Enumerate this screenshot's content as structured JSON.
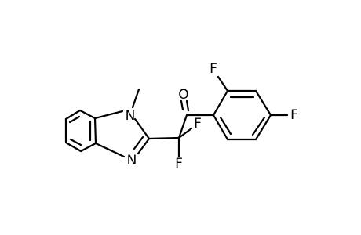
{
  "molecule": {
    "atoms": {
      "n_methyl": "N",
      "n_imine": "N",
      "o_carbonyl": "O",
      "f_cf2_right": "F",
      "f_cf2_bottom": "F",
      "f_ortho": "F",
      "f_para": "F"
    }
  }
}
